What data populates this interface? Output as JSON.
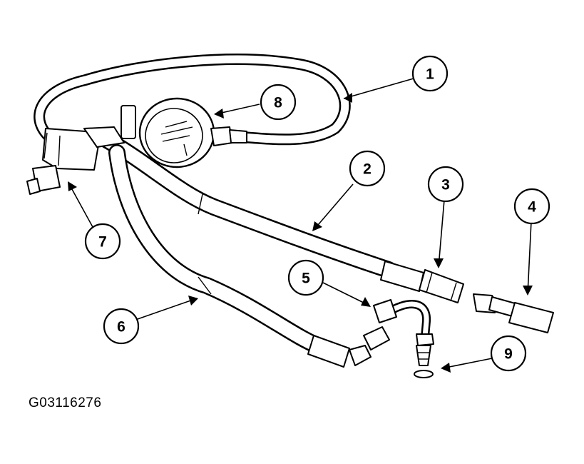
{
  "figure_id": "G03116276",
  "callouts": [
    {
      "label": "1"
    },
    {
      "label": "2"
    },
    {
      "label": "3"
    },
    {
      "label": "4"
    },
    {
      "label": "5"
    },
    {
      "label": "6"
    },
    {
      "label": "7"
    },
    {
      "label": "8"
    },
    {
      "label": "9"
    }
  ],
  "colors": {
    "line": "#000000",
    "background": "#ffffff"
  }
}
